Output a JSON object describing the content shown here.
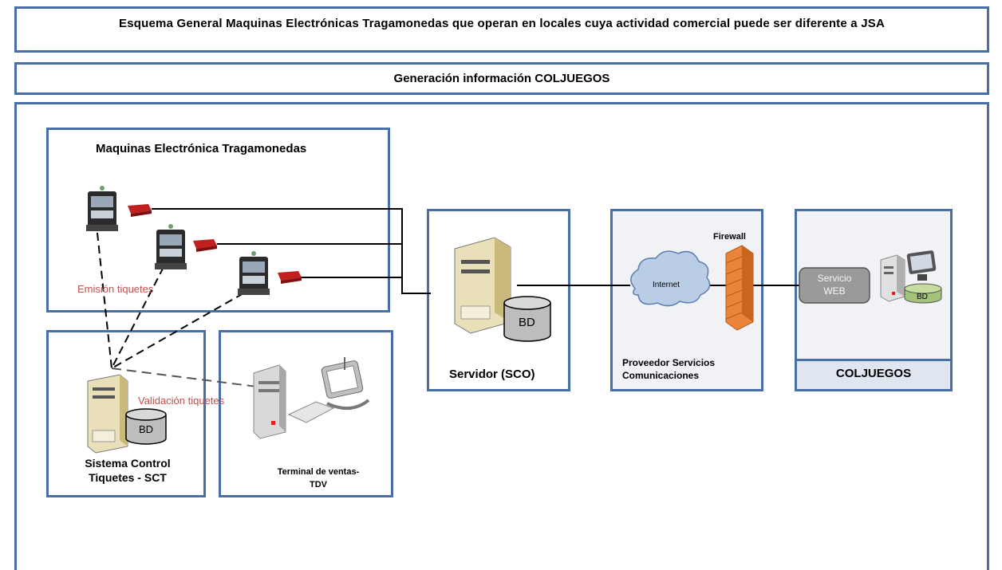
{
  "header": {
    "title": "Esquema General Maquinas Electrónicas Tragamonedas que operan en locales cuya actividad comercial puede ser diferente a JSA",
    "subtitle": "Generación información COLJUEGOS"
  },
  "diagram": {
    "machines_group": {
      "label": "Maquinas Electrónica Tragamonedas",
      "edge_label": "Emisión tiquetes"
    },
    "sct": {
      "label_line1": "Sistema Control",
      "label_line2": "Tiquetes - SCT",
      "db": "BD",
      "edge_label": "Validación tiquetes"
    },
    "tdv": {
      "label_line1": "Terminal de ventas-",
      "label_line2": "TDV"
    },
    "server": {
      "label": "Servidor (SCO)",
      "db": "BD"
    },
    "provider": {
      "label_line1": "Proveedor Servicios",
      "label_line2": "Comunicaciones",
      "cloud": "Internet",
      "firewall": "Firewall"
    },
    "coljuegos": {
      "label": "COLJUEGOS",
      "service_line1": "Servicio",
      "service_line2": "WEB",
      "db": "BD"
    }
  },
  "colors": {
    "box_border": "#4a6fa5",
    "edge_label": "#c0504d",
    "firewall": "#e9843a",
    "cloud": "#b9cde5"
  }
}
